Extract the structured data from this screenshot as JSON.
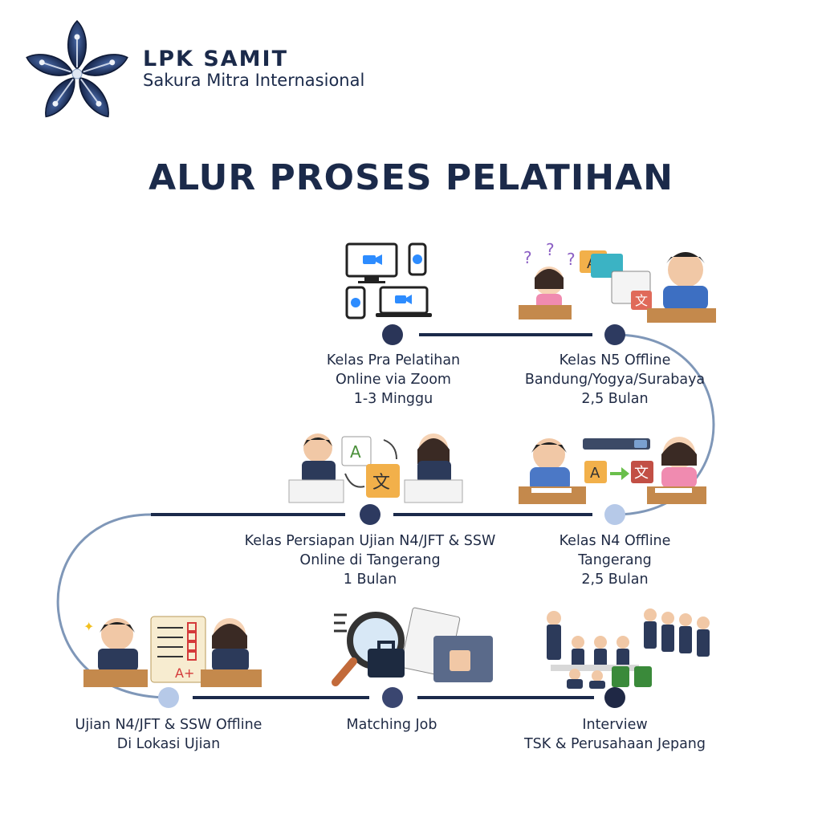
{
  "brand": {
    "name": "LPK SAMIT",
    "subtitle": "Sakura Mitra Internasional"
  },
  "title": "ALUR PROSES PELATIHAN",
  "colors": {
    "navy": "#1b2a4a",
    "dot_dark": "#2a3558",
    "dot_light": "#b6c9e8",
    "curve": "#7f97b8"
  },
  "steps": [
    {
      "lines": [
        "Kelas Pra Pelatihan",
        "Online via Zoom",
        "1-3 Minggu"
      ],
      "illustration": "zoom-devices-illustration"
    },
    {
      "lines": [
        "Kelas N5 Offline",
        "Bandung/Yogya/Surabaya",
        "2,5 Bulan"
      ],
      "illustration": "confused-students-illustration"
    },
    {
      "lines": [
        "Kelas N4 Offline",
        "Tangerang",
        "2,5 Bulan"
      ],
      "illustration": "translation-students-illustration"
    },
    {
      "lines": [
        "Kelas Persiapan Ujian N4/JFT & SSW",
        "Online di Tangerang",
        "1 Bulan"
      ],
      "illustration": "language-study-illustration"
    },
    {
      "lines": [
        "Ujian N4/JFT & SSW Offline",
        "Di Lokasi Ujian"
      ],
      "illustration": "exam-illustration"
    },
    {
      "lines": [
        "Matching Job"
      ],
      "illustration": "job-matching-illustration"
    },
    {
      "lines": [
        "Interview",
        "TSK & Perusahaan Jepang"
      ],
      "illustration": "interview-illustration"
    }
  ]
}
